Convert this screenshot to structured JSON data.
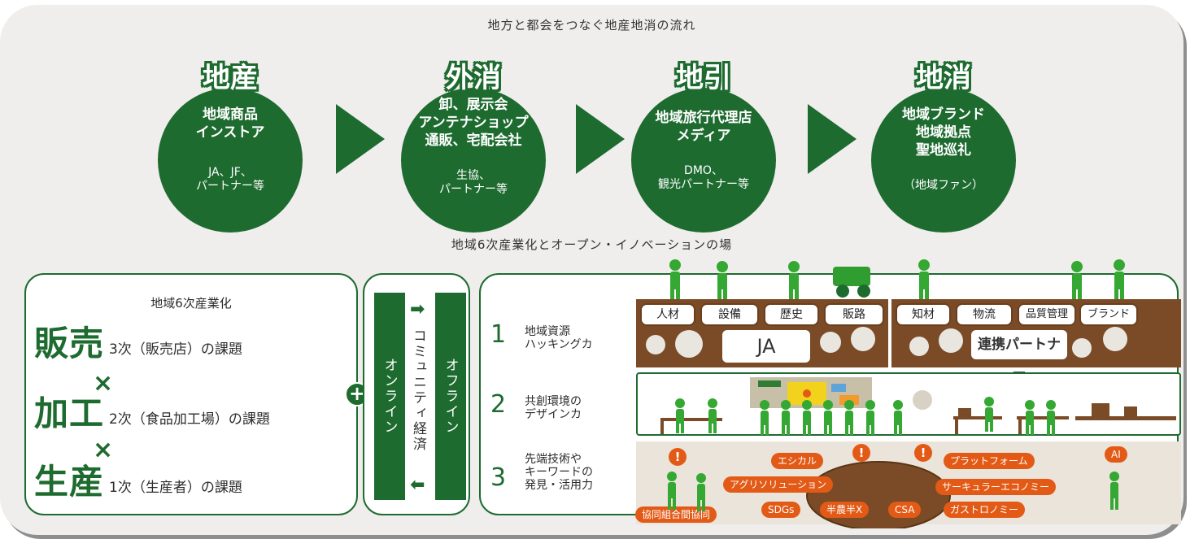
{
  "flow_title": "地方と都会をつなぐ地産地消の流れ",
  "flow": [
    {
      "heading": "地産",
      "main": "地域商品\nインストア",
      "sub": "JA、JF、\nパートナー等"
    },
    {
      "heading": "外消",
      "main": "卸、展示会\nアンテナショップ\n通販、宅配会社",
      "sub": "生協、\nパートナー等"
    },
    {
      "heading": "地引",
      "main": "地域旅行代理店\nメディア",
      "sub": "DMO、\n観光パートナー等"
    },
    {
      "heading": "地消",
      "main": "地域ブランド\n地域拠点\n聖地巡礼",
      "sub": "（地域ファン）"
    }
  ],
  "mid_title": "地域6次産業化とオープン・イノベーションの場",
  "six": {
    "title": "地域6次産業化",
    "rows": [
      {
        "big": "販売",
        "desc": "3次（販売店）の課題"
      },
      {
        "big": "加工",
        "desc": "2次（食品加工場）の課題"
      },
      {
        "big": "生産",
        "desc": "1次（生産者）の課題"
      }
    ],
    "times": "×"
  },
  "plus": "+",
  "community": {
    "online": "オンライン",
    "center": "コミュニティ経済",
    "offline": "オフライン",
    "arrow_right": "➡",
    "arrow_left": "⬅"
  },
  "steps": [
    {
      "num": "1",
      "text": "地域資源\nハッキングカ"
    },
    {
      "num": "2",
      "text": "共創環境の\nデザインカ"
    },
    {
      "num": "3",
      "text": "先端技術や\nキーワードの\n発見・活用力"
    }
  ],
  "resources_left": [
    "人材",
    "設備",
    "歴史",
    "販路"
  ],
  "resources_right": [
    "知材",
    "物流",
    "品質管理",
    "ブランド"
  ],
  "ja_label": "JA",
  "partner_label": "連携パートナー",
  "keywords": [
    "エシカル",
    "プラットフォーム",
    "AI",
    "アグリソリューション",
    "サーキュラーエコノミー",
    "協同組合間協同",
    "SDGs",
    "半農半X",
    "CSA",
    "ガストロノミー"
  ],
  "exclaim": "!",
  "colors": {
    "green": "#1e6b30",
    "brown": "#7a4b26",
    "orange": "#e35a16",
    "bg": "#efeeec"
  }
}
